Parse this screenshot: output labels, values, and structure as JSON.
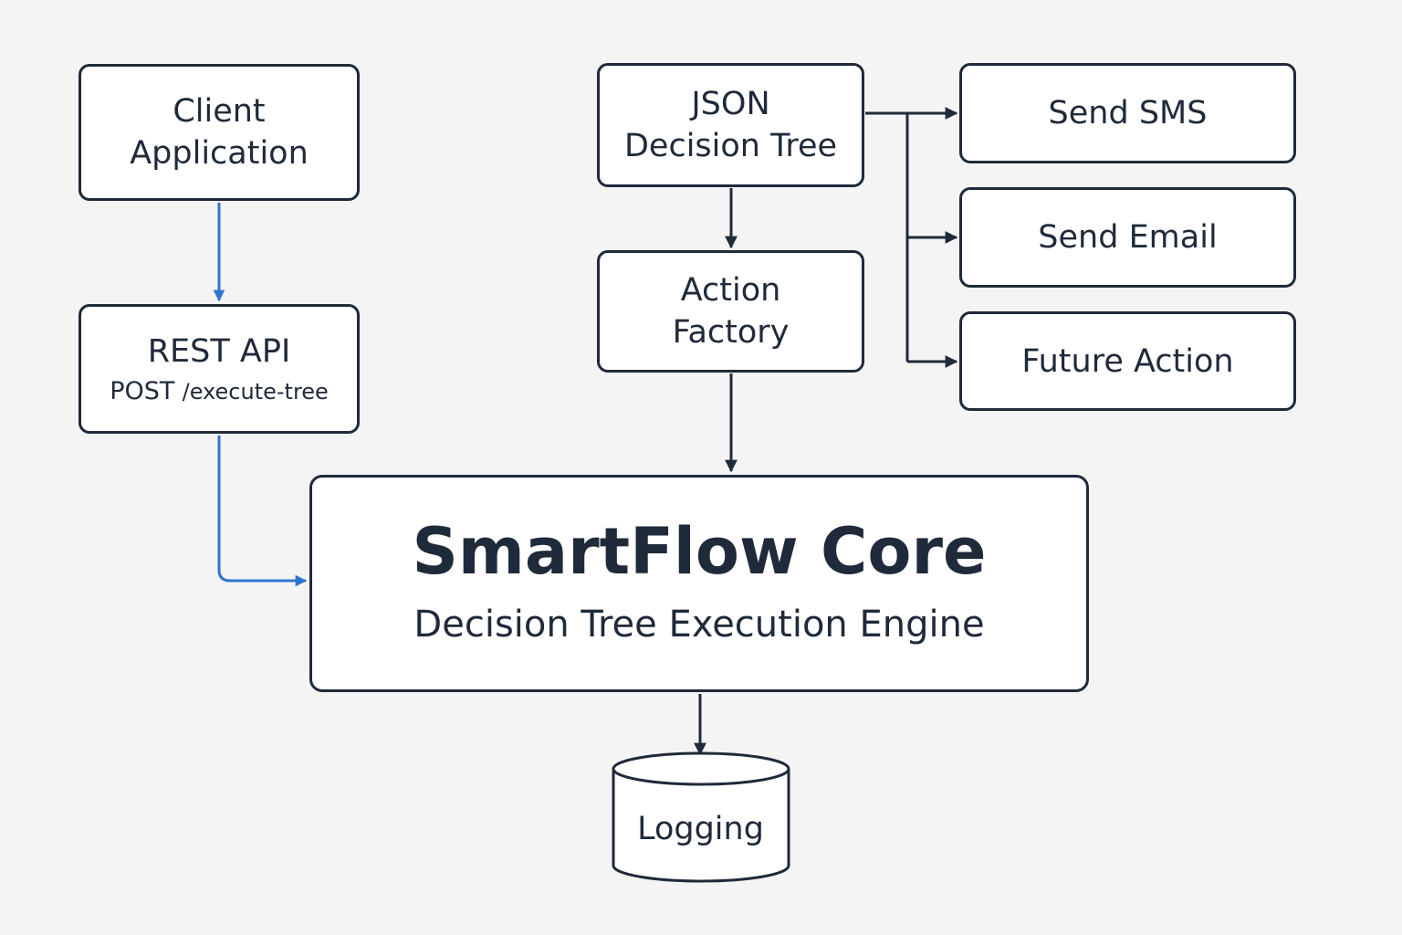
{
  "colors": {
    "background": "#f4f4f4",
    "box_fill": "#ffffff",
    "ink": "#1f2a3a",
    "accent_blue": "#2f74d0"
  },
  "nodes": {
    "client_application": {
      "line1": "Client",
      "line2": "Application"
    },
    "rest_api": {
      "title": "REST API",
      "method": "POST",
      "path": "/execute-tree"
    },
    "json_decision_tree": {
      "line1": "JSON",
      "line2": "Decision Tree"
    },
    "action_factory": {
      "line1": "Action",
      "line2": "Factory"
    },
    "send_sms": {
      "label": "Send SMS"
    },
    "send_email": {
      "label": "Send Email"
    },
    "future_action": {
      "label": "Future Action"
    },
    "smartflow_core": {
      "title": "SmartFlow Core",
      "subtitle": "Decision Tree Execution Engine"
    },
    "logging": {
      "label": "Logging",
      "shape": "cylinder"
    }
  },
  "edges": [
    {
      "from": "client_application",
      "to": "rest_api",
      "color": "accent_blue"
    },
    {
      "from": "rest_api",
      "to": "smartflow_core",
      "color": "accent_blue"
    },
    {
      "from": "json_decision_tree",
      "to": "action_factory",
      "color": "ink"
    },
    {
      "from": "action_factory",
      "to": "smartflow_core",
      "color": "ink"
    },
    {
      "from": "json_decision_tree",
      "to": "send_sms",
      "color": "ink"
    },
    {
      "from": "json_decision_tree",
      "to": "send_email",
      "color": "ink"
    },
    {
      "from": "json_decision_tree",
      "to": "future_action",
      "color": "ink"
    },
    {
      "from": "smartflow_core",
      "to": "logging",
      "color": "ink"
    }
  ]
}
